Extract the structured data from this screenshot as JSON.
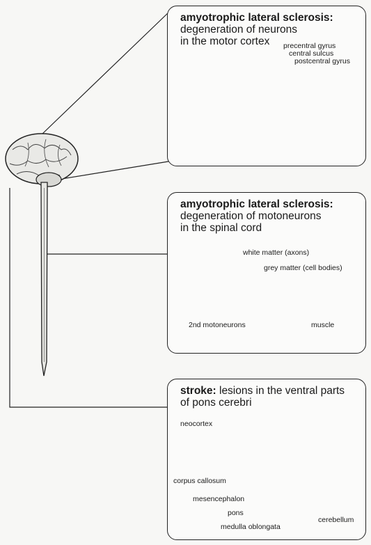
{
  "panels": [
    {
      "title": "amyotrophic lateral sclerosis:",
      "subtitle_line1": "degeneration of neurons",
      "subtitle_line2": "in the motor cortex",
      "labels": [
        "precentral gyrus",
        "central sulcus",
        "postcentral gyrus"
      ]
    },
    {
      "title": "amyotrophic lateral sclerosis:",
      "subtitle_line1": "degeneration of motoneurons",
      "subtitle_line2": "in the spinal cord",
      "labels": [
        "white matter (axons)",
        "grey matter (cell bodies)",
        "2nd motoneurons",
        "muscle"
      ]
    },
    {
      "title": "stroke:",
      "subtitle_line1": " lesions in the ventral parts",
      "subtitle_line2": "of pons cerebri",
      "labels": [
        "neocortex",
        "corpus callosum",
        "mesencephalon",
        "pons",
        "medulla oblongata",
        "cerebellum"
      ]
    }
  ]
}
